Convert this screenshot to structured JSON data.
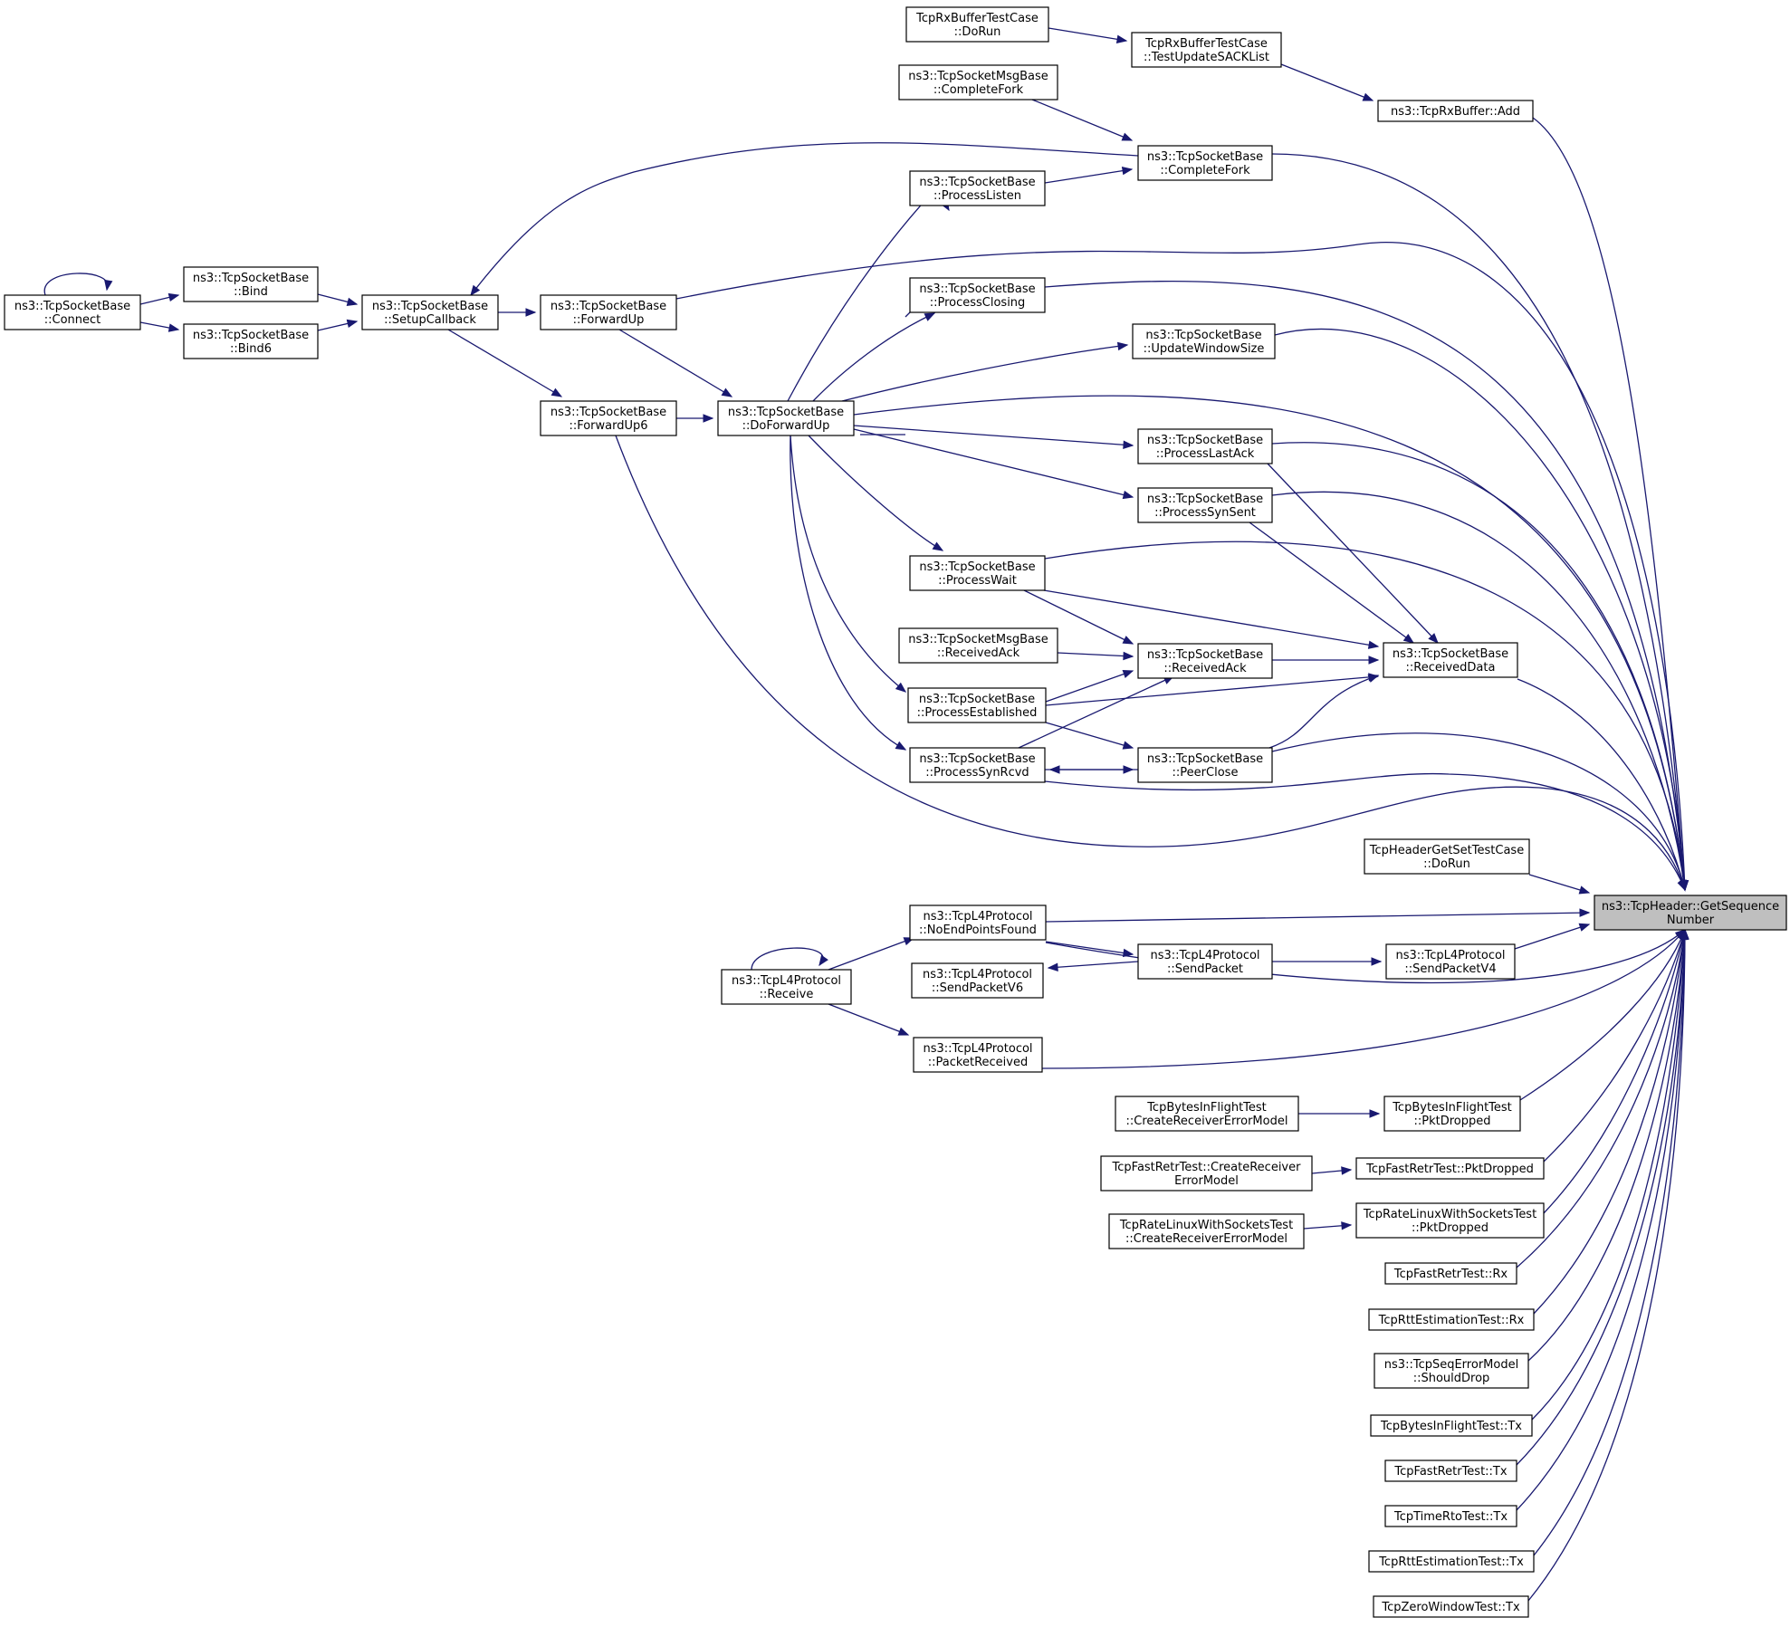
{
  "diagram": {
    "nodes": [
      {
        "id": "target",
        "lines": [
          "ns3::TcpHeader::GetSequence",
          "Number"
        ]
      },
      {
        "id": "rxbtc_dorun",
        "lines": [
          "TcpRxBufferTestCase",
          "::DoRun"
        ]
      },
      {
        "id": "rxbtc_update",
        "lines": [
          "TcpRxBufferTestCase",
          "::TestUpdateSACKList"
        ]
      },
      {
        "id": "rxbuf_add",
        "lines": [
          "ns3::TcpRxBuffer::Add"
        ]
      },
      {
        "id": "msg_completefork",
        "lines": [
          "ns3::TcpSocketMsgBase",
          "::CompleteFork"
        ]
      },
      {
        "id": "completefork",
        "lines": [
          "ns3::TcpSocketBase",
          "::CompleteFork"
        ]
      },
      {
        "id": "processlisten",
        "lines": [
          "ns3::TcpSocketBase",
          "::ProcessListen"
        ]
      },
      {
        "id": "connect",
        "lines": [
          "ns3::TcpSocketBase",
          "::Connect"
        ]
      },
      {
        "id": "bind",
        "lines": [
          "ns3::TcpSocketBase",
          "::Bind"
        ]
      },
      {
        "id": "bind6",
        "lines": [
          "ns3::TcpSocketBase",
          "::Bind6"
        ]
      },
      {
        "id": "setupcallback",
        "lines": [
          "ns3::TcpSocketBase",
          "::SetupCallback"
        ]
      },
      {
        "id": "forwardup",
        "lines": [
          "ns3::TcpSocketBase",
          "::ForwardUp"
        ]
      },
      {
        "id": "forwardup6",
        "lines": [
          "ns3::TcpSocketBase",
          "::ForwardUp6"
        ]
      },
      {
        "id": "doforwardup",
        "lines": [
          "ns3::TcpSocketBase",
          "::DoForwardUp"
        ]
      },
      {
        "id": "processclosing",
        "lines": [
          "ns3::TcpSocketBase",
          "::ProcessClosing"
        ]
      },
      {
        "id": "updatewindowsize",
        "lines": [
          "ns3::TcpSocketBase",
          "::UpdateWindowSize"
        ]
      },
      {
        "id": "processlastack",
        "lines": [
          "ns3::TcpSocketBase",
          "::ProcessLastAck"
        ]
      },
      {
        "id": "processsynsent",
        "lines": [
          "ns3::TcpSocketBase",
          "::ProcessSynSent"
        ]
      },
      {
        "id": "processwait",
        "lines": [
          "ns3::TcpSocketBase",
          "::ProcessWait"
        ]
      },
      {
        "id": "msg_receivedack",
        "lines": [
          "ns3::TcpSocketMsgBase",
          "::ReceivedAck"
        ]
      },
      {
        "id": "receivedack",
        "lines": [
          "ns3::TcpSocketBase",
          "::ReceivedAck"
        ]
      },
      {
        "id": "receiveddata",
        "lines": [
          "ns3::TcpSocketBase",
          "::ReceivedData"
        ]
      },
      {
        "id": "processestablished",
        "lines": [
          "ns3::TcpSocketBase",
          "::ProcessEstablished"
        ]
      },
      {
        "id": "processsynrcvd",
        "lines": [
          "ns3::TcpSocketBase",
          "::ProcessSynRcvd"
        ]
      },
      {
        "id": "peerclose",
        "lines": [
          "ns3::TcpSocketBase",
          "::PeerClose"
        ]
      },
      {
        "id": "hgst_dorun",
        "lines": [
          "TcpHeaderGetSetTestCase",
          "::DoRun"
        ]
      },
      {
        "id": "noendpoints",
        "lines": [
          "ns3::TcpL4Protocol",
          "::NoEndPointsFound"
        ]
      },
      {
        "id": "l4_receive",
        "lines": [
          "ns3::TcpL4Protocol",
          "::Receive"
        ]
      },
      {
        "id": "sendpacketv6",
        "lines": [
          "ns3::TcpL4Protocol",
          "::SendPacketV6"
        ]
      },
      {
        "id": "sendpacket",
        "lines": [
          "ns3::TcpL4Protocol",
          "::SendPacket"
        ]
      },
      {
        "id": "sendpacketv4",
        "lines": [
          "ns3::TcpL4Protocol",
          "::SendPacketV4"
        ]
      },
      {
        "id": "packetreceived",
        "lines": [
          "ns3::TcpL4Protocol",
          "::PacketReceived"
        ]
      },
      {
        "id": "bif_create",
        "lines": [
          "TcpBytesInFlightTest",
          "::CreateReceiverErrorModel"
        ]
      },
      {
        "id": "bif_pktdropped",
        "lines": [
          "TcpBytesInFlightTest",
          "::PktDropped"
        ]
      },
      {
        "id": "fr_create",
        "lines": [
          "TcpFastRetrTest::CreateReceiver",
          "ErrorModel"
        ]
      },
      {
        "id": "fr_pktdropped",
        "lines": [
          "TcpFastRetrTest::PktDropped"
        ]
      },
      {
        "id": "rlws_create",
        "lines": [
          "TcpRateLinuxWithSocketsTest",
          "::CreateReceiverErrorModel"
        ]
      },
      {
        "id": "rlws_pktdropped",
        "lines": [
          "TcpRateLinuxWithSocketsTest",
          "::PktDropped"
        ]
      },
      {
        "id": "fr_rx",
        "lines": [
          "TcpFastRetrTest::Rx"
        ]
      },
      {
        "id": "rtt_rx",
        "lines": [
          "TcpRttEstimationTest::Rx"
        ]
      },
      {
        "id": "seqerr_shoulddrop",
        "lines": [
          "ns3::TcpSeqErrorModel",
          "::ShouldDrop"
        ]
      },
      {
        "id": "bif_tx",
        "lines": [
          "TcpBytesInFlightTest::Tx"
        ]
      },
      {
        "id": "fr_tx",
        "lines": [
          "TcpFastRetrTest::Tx"
        ]
      },
      {
        "id": "timerto_tx",
        "lines": [
          "TcpTimeRtoTest::Tx"
        ]
      },
      {
        "id": "rtt_tx",
        "lines": [
          "TcpRttEstimationTest::Tx"
        ]
      },
      {
        "id": "zw_tx",
        "lines": [
          "TcpZeroWindowTest::Tx"
        ]
      }
    ],
    "edge_color": "#191970",
    "target_fill": "#bfbfbf"
  }
}
